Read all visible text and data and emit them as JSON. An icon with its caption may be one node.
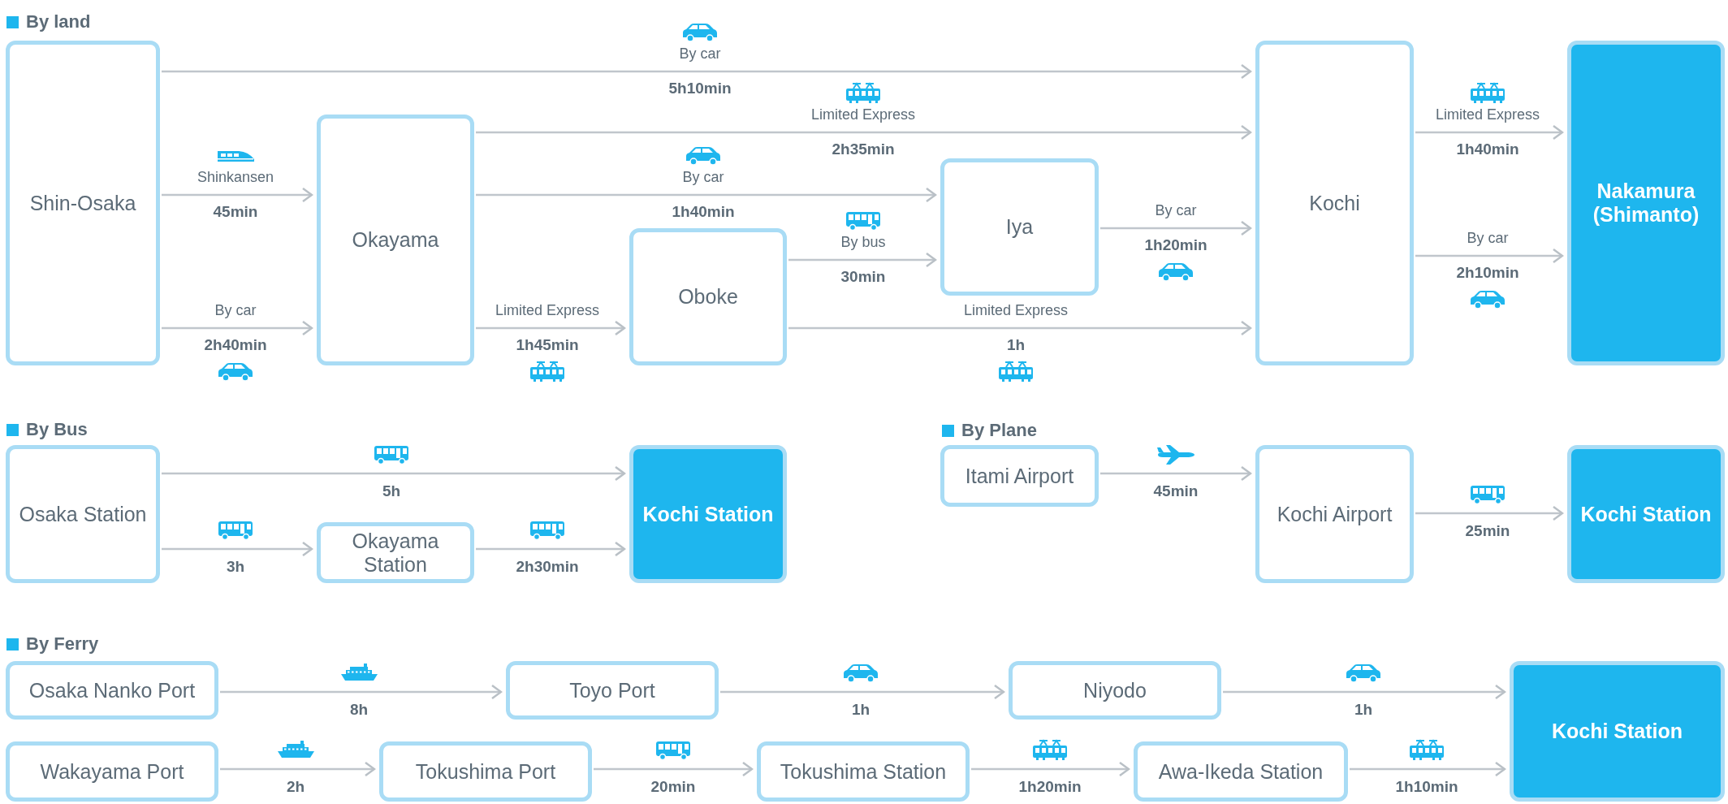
{
  "diagram": {
    "nodes": [
      {
        "text": [
          "Shin-Osaka"
        ]
      },
      {
        "text": [
          "Okayama"
        ]
      },
      {
        "text": [
          "Iya"
        ]
      },
      {
        "text": [
          "Oboke"
        ]
      },
      {
        "text": [
          "Kochi"
        ]
      },
      {
        "text": [
          "Nakamura (Shimanto)"
        ]
      },
      {
        "text": [
          "Osaka Station"
        ]
      },
      {
        "text": [
          "Okayama Station"
        ]
      },
      {
        "text": [
          "Kochi Station"
        ]
      },
      {
        "text": [
          "Itami Airport"
        ]
      },
      {
        "text": [
          "Kochi Airport"
        ]
      },
      {
        "text": [
          "Kochi Station"
        ]
      },
      {
        "text": [
          "Osaka Nanko Port"
        ]
      },
      {
        "text": [
          "Toyo Port"
        ]
      },
      {
        "text": [
          "Niyodo"
        ]
      },
      {
        "text": [
          "Kochi Station"
        ]
      },
      {
        "text": [
          "Wakayama Port"
        ]
      },
      {
        "text": [
          "Tokushima Port"
        ]
      },
      {
        "text": [
          "Tokushima Station"
        ]
      },
      {
        "text": [
          "Awa-Ikeda Station"
        ]
      }
    ],
    "edges": [
      {
        "from": 0,
        "to": 4,
        "arrow": "to",
        "label": "5h10min"
      },
      {
        "from": 0,
        "to": 1,
        "arrow": "to",
        "label": "45min"
      },
      {
        "from": 0,
        "to": 1,
        "arrow": "to",
        "label": "2h40min"
      },
      {
        "from": 1,
        "to": 4,
        "arrow": "to",
        "label": "2h35min"
      },
      {
        "from": 1,
        "to": 2,
        "arrow": "to",
        "label": "1h40min"
      },
      {
        "from": 1,
        "to": 3,
        "arrow": "to",
        "label": "1h45min"
      },
      {
        "from": 3,
        "to": 2,
        "arrow": "to",
        "label": "30min"
      },
      {
        "from": 3,
        "to": 4,
        "arrow": "to",
        "label": "1h"
      },
      {
        "from": 2,
        "to": 4,
        "arrow": "to",
        "label": "1h20min"
      },
      {
        "from": 4,
        "to": 5,
        "arrow": "to",
        "label": "1h40min"
      },
      {
        "from": 4,
        "to": 5,
        "arrow": "to",
        "label": "2h10min"
      },
      {
        "from": 6,
        "to": 8,
        "arrow": "to",
        "label": "5h"
      },
      {
        "from": 6,
        "to": 7,
        "arrow": "to",
        "label": "3h"
      },
      {
        "from": 7,
        "to": 8,
        "arrow": "to",
        "label": "2h30min"
      },
      {
        "from": 9,
        "to": 10,
        "arrow": "to",
        "label": "45min"
      },
      {
        "from": 10,
        "to": 11,
        "arrow": "to",
        "label": "25min"
      },
      {
        "from": 12,
        "to": 13,
        "arrow": "to",
        "label": "8h"
      },
      {
        "from": 13,
        "to": 14,
        "arrow": "to",
        "label": "1h"
      },
      {
        "from": 14,
        "to": 15,
        "arrow": "to",
        "label": "1h"
      },
      {
        "from": 16,
        "to": 17,
        "arrow": "to",
        "label": "2h"
      },
      {
        "from": 17,
        "to": 18,
        "arrow": "to",
        "label": "20min"
      },
      {
        "from": 18,
        "to": 19,
        "arrow": "to",
        "label": "1h20min"
      },
      {
        "from": 19,
        "to": 15,
        "arrow": "to",
        "label": "1h10min"
      }
    ],
    "labels": [
      "By land",
      "By car",
      "Limited Express",
      "Limited Express",
      "Shinkansen",
      "By car",
      "By car",
      "By bus",
      "By car",
      "By car",
      "Limited Express",
      "Limited Express",
      "By Bus",
      "By Plane",
      "By Ferry"
    ]
  }
}
